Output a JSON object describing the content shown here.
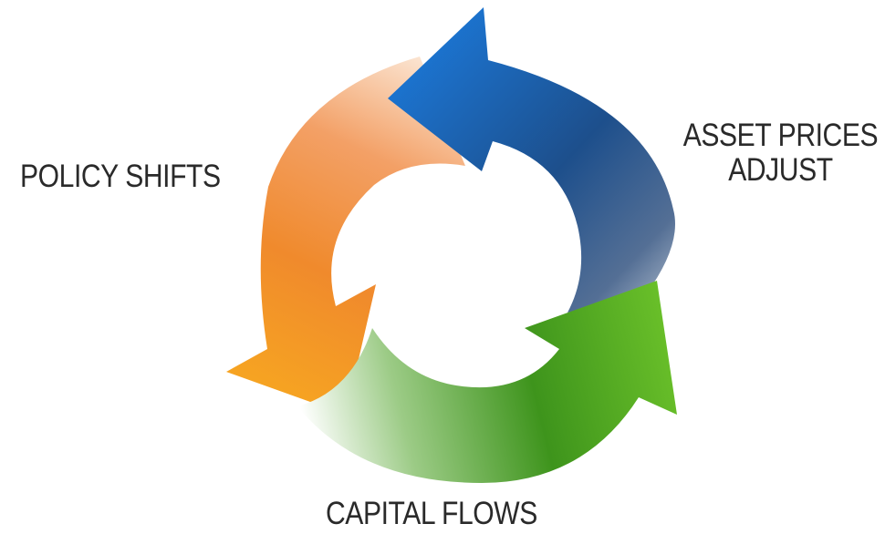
{
  "diagram": {
    "stages": [
      {
        "id": "policy",
        "label": "POLICY SHIFTS",
        "color": "#f0892c"
      },
      {
        "id": "asset",
        "label_lines": [
          "ASSET PRICES",
          "ADJUST"
        ],
        "color": "#1a62b5"
      },
      {
        "id": "capital",
        "label": "CAPITAL FLOWS",
        "color": "#4ba01e"
      }
    ]
  }
}
